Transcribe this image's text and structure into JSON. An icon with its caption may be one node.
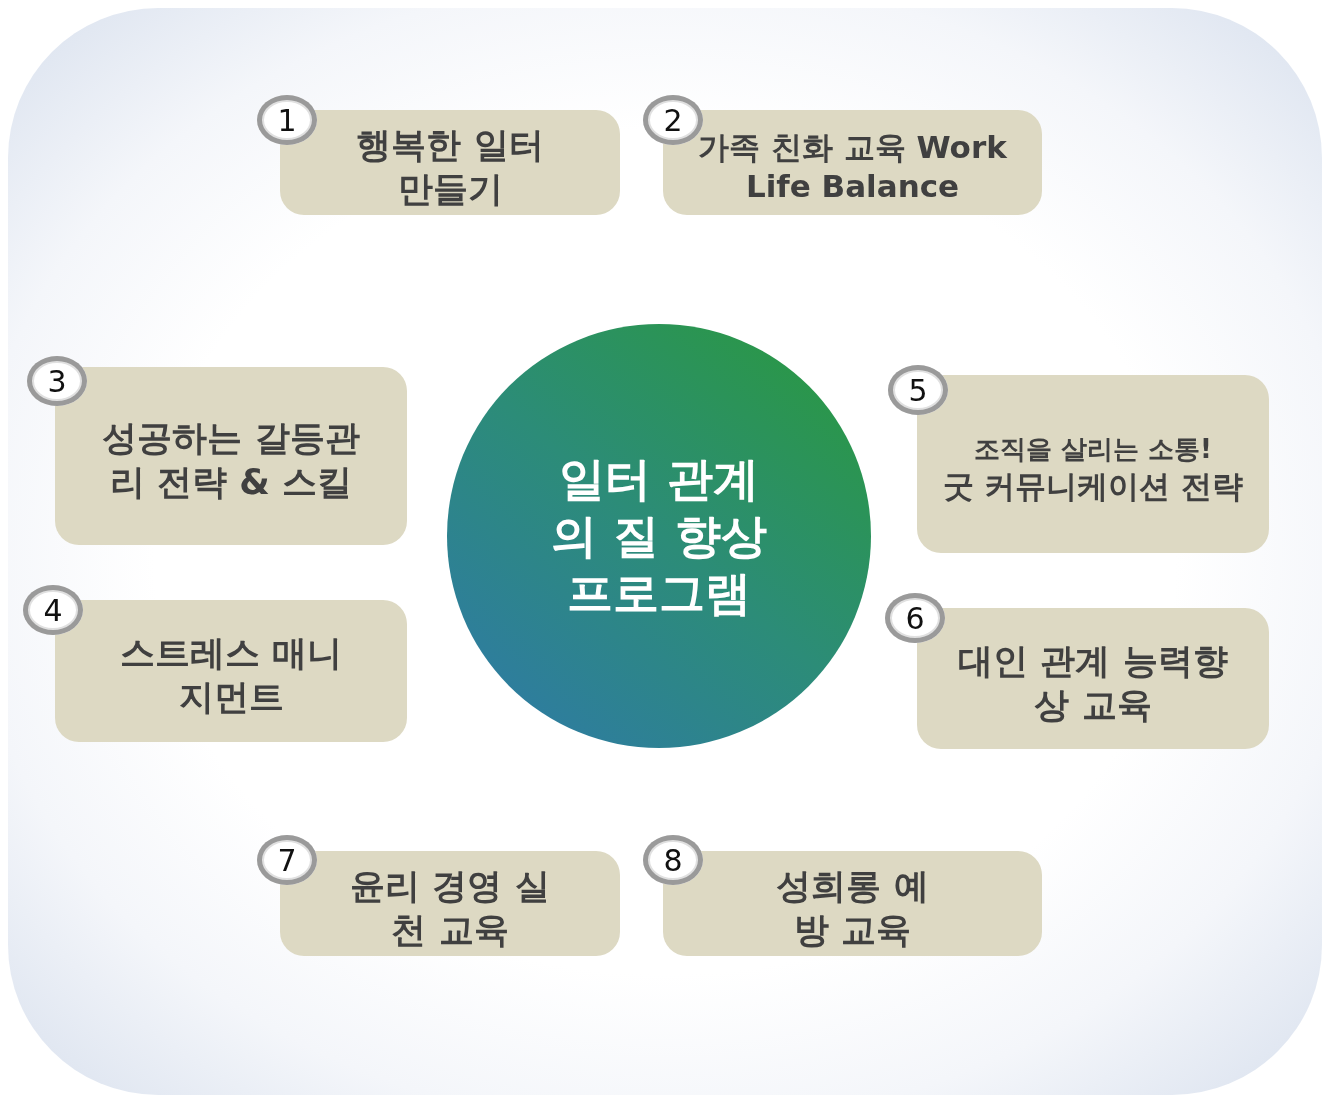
{
  "diagram": {
    "nodes": [
      {
        "text": [
          "행복한 일터 만들기"
        ]
      },
      {
        "text": [
          "가족 친화 교육 Work Life Balance"
        ]
      },
      {
        "text": [
          "일터 관계의 질 향상 프로그램"
        ]
      },
      {
        "text": [
          "성공하는 갈등관리 전략 & 스킬"
        ]
      },
      {
        "text": [
          "조직을 살리는 소통!",
          "굿 커뮤니케이션 전략"
        ]
      },
      {
        "text": [
          "스트레스 매니지먼트"
        ]
      },
      {
        "text": [
          "대인 관계 능력향상 교육"
        ]
      },
      {
        "text": [
          "윤리 경영 실천 교육"
        ]
      },
      {
        "text": [
          "성희롱 예방 교육"
        ]
      }
    ],
    "labels": [
      "1",
      "2",
      "3",
      "4",
      "5",
      "6",
      "7",
      "8"
    ]
  }
}
